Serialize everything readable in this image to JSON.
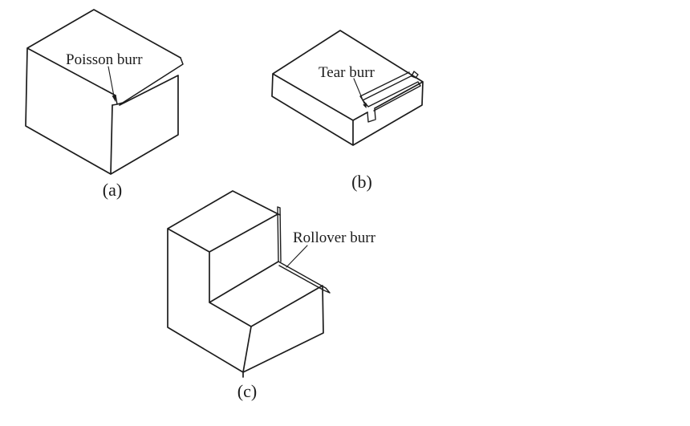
{
  "figures": [
    {
      "caption": "(a)",
      "burr_label": "Poisson burr"
    },
    {
      "caption": "(b)",
      "burr_label": "Tear burr"
    },
    {
      "caption": "(c)",
      "burr_label": "Rollover burr"
    }
  ],
  "colors": {
    "line": "#1c1c1c",
    "background": "#ffffff"
  }
}
